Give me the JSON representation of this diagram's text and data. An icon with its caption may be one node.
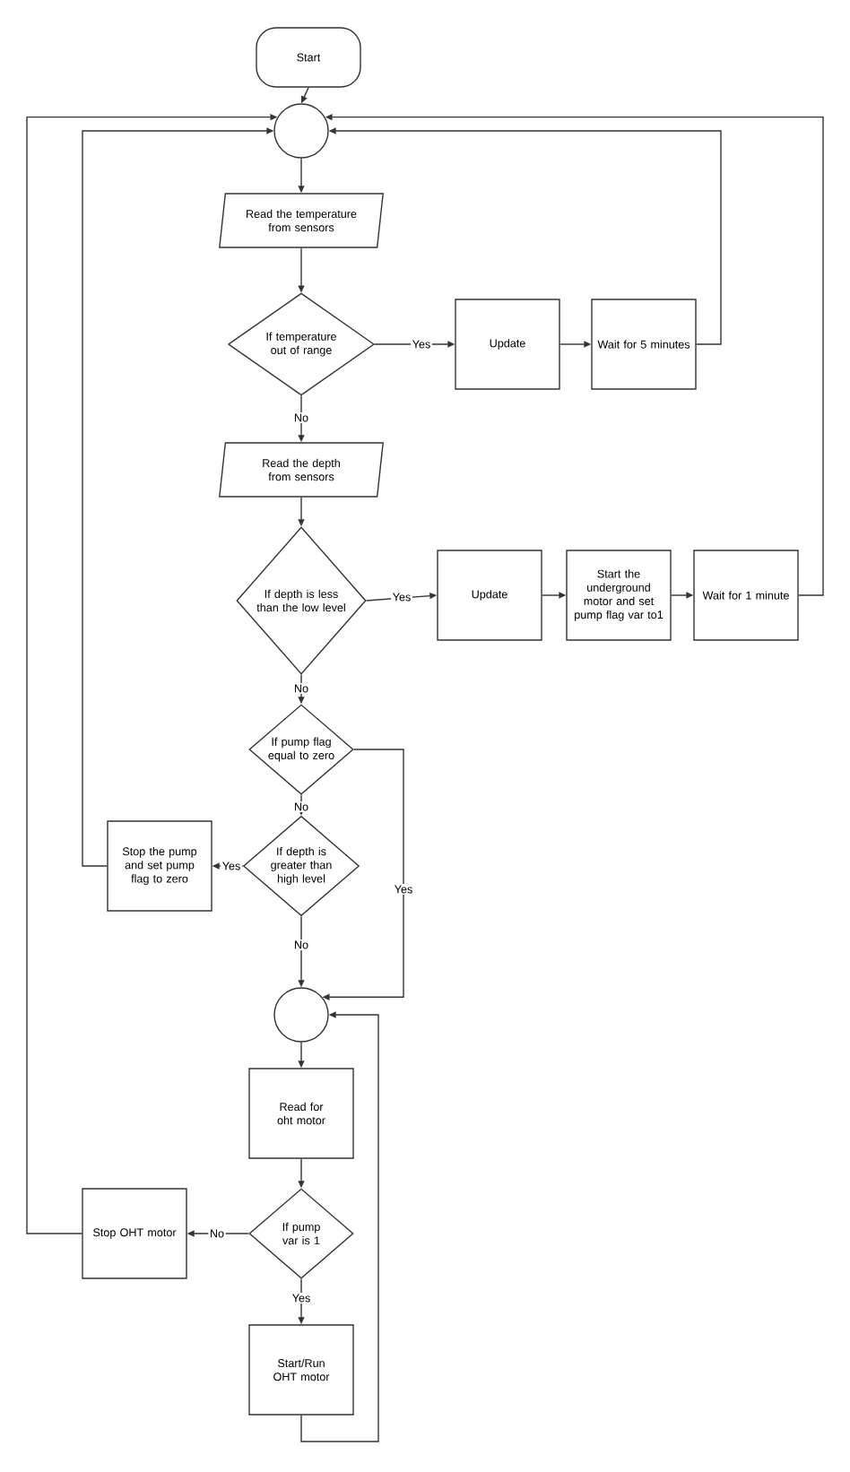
{
  "diagram": {
    "nodes": [
      {
        "text": [
          "Start"
        ]
      },
      {
        "text": [],
        "shape": "circle"
      },
      {
        "text": [
          "Read the temperature from sensors"
        ]
      },
      {
        "text": [
          "If temperature out of range"
        ]
      },
      {
        "text": [
          "Update"
        ]
      },
      {
        "text": [
          "Wait for 5 minutes"
        ]
      },
      {
        "text": [
          "Read the depth from sensors"
        ]
      },
      {
        "text": [
          "If depth is less than the low level"
        ]
      },
      {
        "text": [
          "Update"
        ]
      },
      {
        "text": [
          "Start the underground motor and set pump flag var to1"
        ]
      },
      {
        "text": [
          "Wait for 1 minute"
        ]
      },
      {
        "text": [
          "If pump flag equal to zero"
        ]
      },
      {
        "text": [
          "If depth is greater than high level"
        ]
      },
      {
        "text": [
          "Stop the pump and set pump flag to zero"
        ]
      },
      {
        "text": [],
        "shape": "circle"
      },
      {
        "text": [
          "Read for oht motor"
        ]
      },
      {
        "text": [
          "If pump var is 1"
        ]
      },
      {
        "text": [
          "Stop OHT motor"
        ]
      },
      {
        "text": [
          "Start/Run OHT motor"
        ]
      }
    ],
    "edges": [
      {
        "from": 0,
        "to": 1,
        "arrow": "to"
      },
      {
        "from": 1,
        "to": 2,
        "arrow": "to"
      },
      {
        "from": 2,
        "to": 3,
        "arrow": "to"
      },
      {
        "from": 3,
        "to": 4,
        "arrow": "to",
        "label": "Yes"
      },
      {
        "from": 4,
        "to": 5,
        "arrow": "to"
      },
      {
        "from": 5,
        "to": 1,
        "arrow": "to"
      },
      {
        "from": 3,
        "to": 6,
        "arrow": "to",
        "label": "No"
      },
      {
        "from": 6,
        "to": 7,
        "arrow": "to"
      },
      {
        "from": 7,
        "to": 8,
        "arrow": "to",
        "label": "Yes"
      },
      {
        "from": 8,
        "to": 9,
        "arrow": "to"
      },
      {
        "from": 9,
        "to": 10,
        "arrow": "to"
      },
      {
        "from": 10,
        "to": 1,
        "arrow": "to"
      },
      {
        "from": 7,
        "to": 11,
        "arrow": "to",
        "label": "No"
      },
      {
        "from": 11,
        "to": 12,
        "arrow": "to",
        "label": "No"
      },
      {
        "from": 11,
        "to": 14,
        "arrow": "to",
        "label": "Yes"
      },
      {
        "from": 12,
        "to": 13,
        "arrow": "to",
        "label": "Yes"
      },
      {
        "from": 13,
        "to": 1,
        "arrow": "to"
      },
      {
        "from": 12,
        "to": 14,
        "arrow": "to",
        "label": "No"
      },
      {
        "from": 14,
        "to": 15,
        "arrow": "to"
      },
      {
        "from": 15,
        "to": 16,
        "arrow": "to"
      },
      {
        "from": 16,
        "to": 17,
        "arrow": "to",
        "label": "No"
      },
      {
        "from": 17,
        "to": 1,
        "arrow": "to"
      },
      {
        "from": 16,
        "to": 18,
        "arrow": "to",
        "label": "Yes"
      },
      {
        "from": 18,
        "to": 14,
        "arrow": "to"
      }
    ]
  }
}
